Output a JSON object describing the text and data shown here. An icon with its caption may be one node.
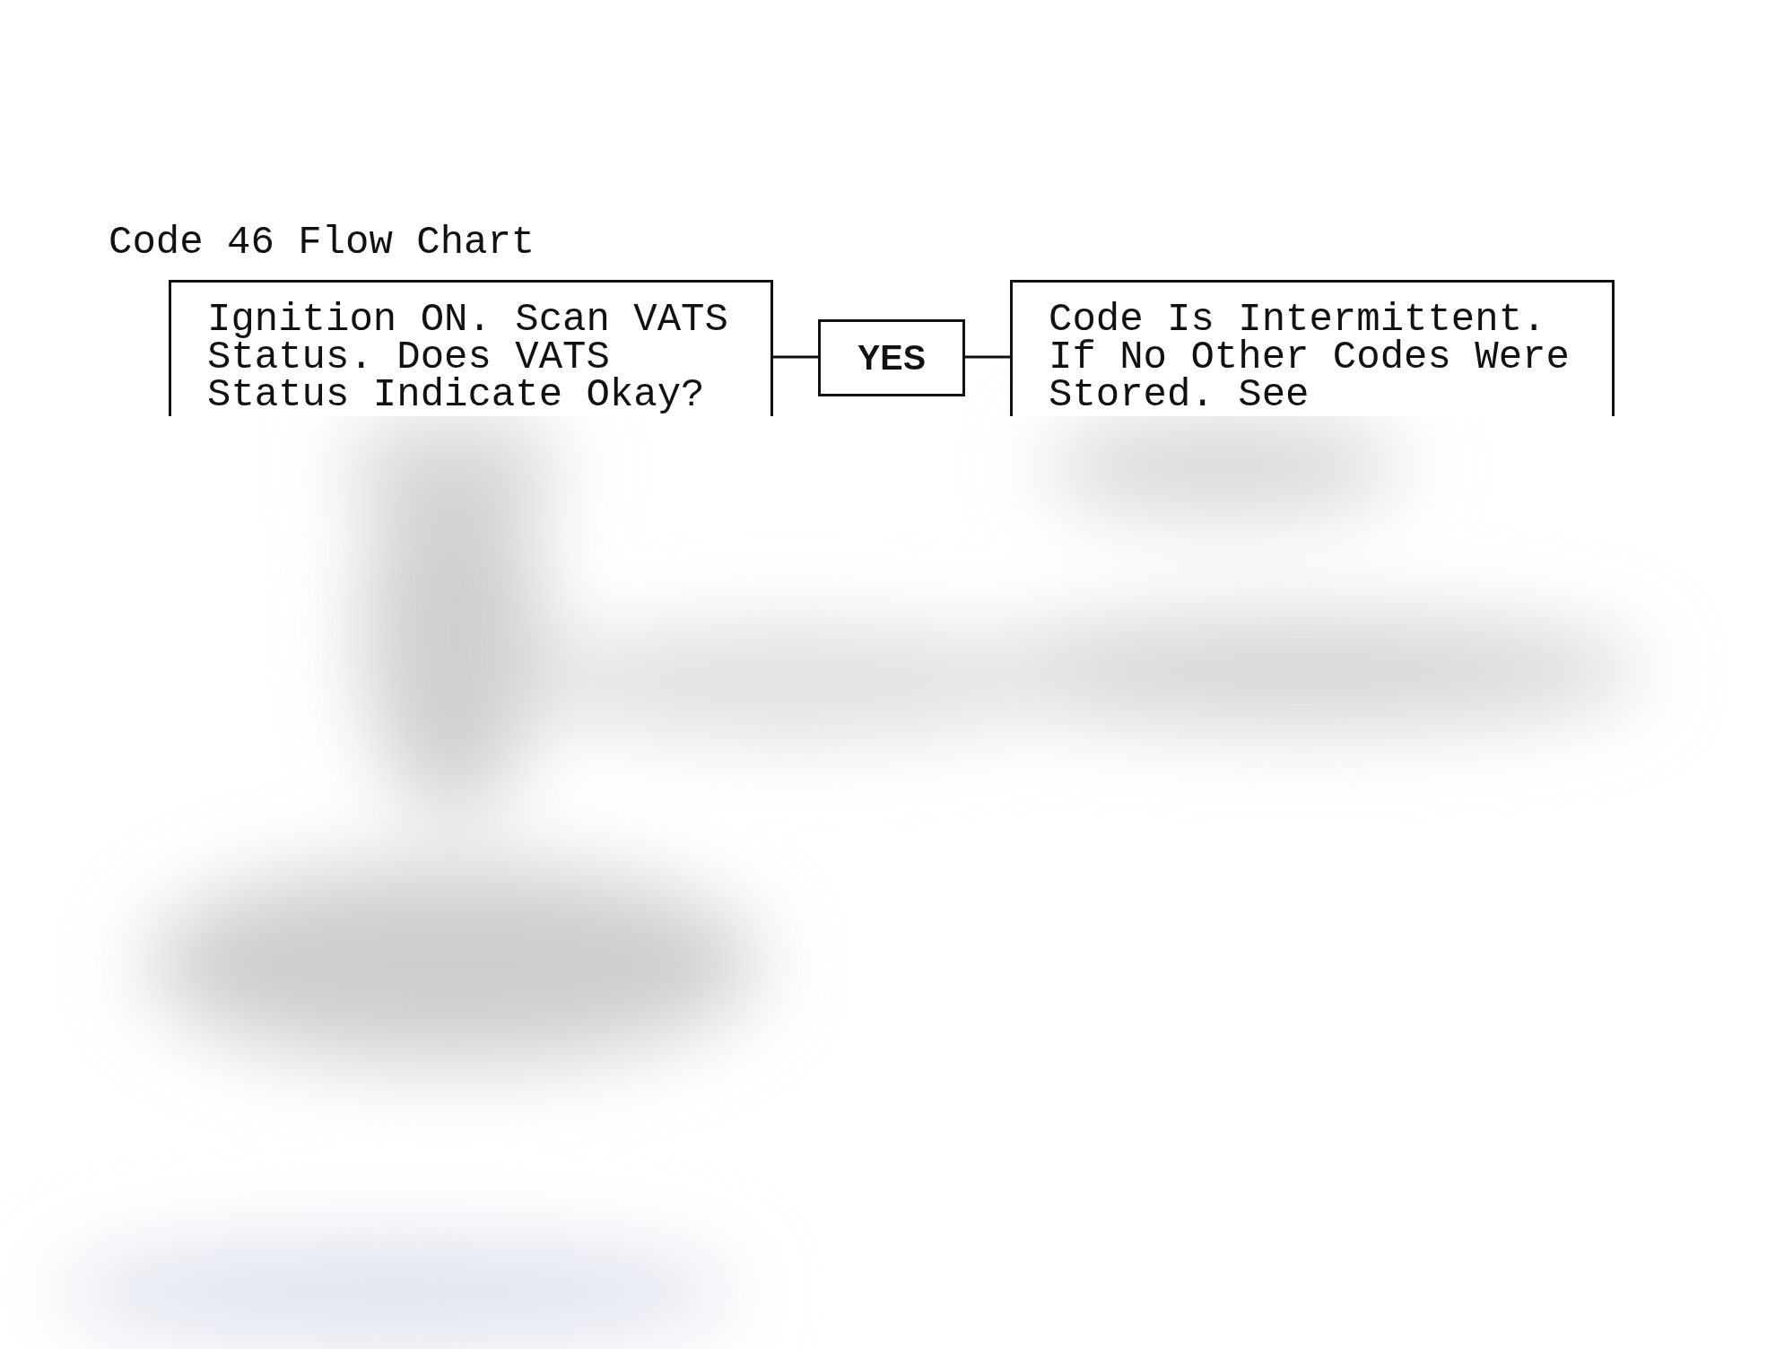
{
  "diagram": {
    "title": "Code 46 Flow Chart",
    "nodes": [
      {
        "text": [
          "Ignition ON. Scan VATS Status. Does VATS Status Indicate Okay?"
        ]
      },
      {
        "text": [
          "YES"
        ]
      },
      {
        "text": [
          "Code Is Intermittent. If No Other Codes Were Stored. See"
        ]
      }
    ],
    "edges": [
      {
        "from": 0,
        "to": 1,
        "arrow": "none"
      },
      {
        "from": 1,
        "to": 2,
        "arrow": "none"
      }
    ]
  }
}
